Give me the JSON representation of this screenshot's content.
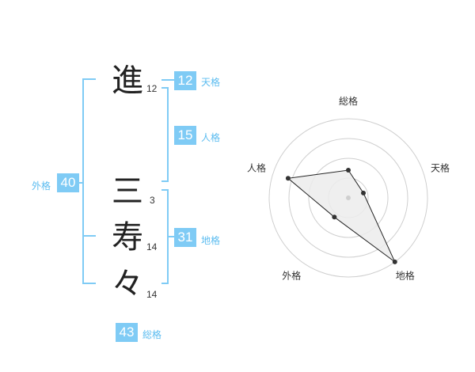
{
  "name_chars": [
    {
      "char": "進",
      "strokes": "12"
    },
    {
      "char": "三",
      "strokes": "3"
    },
    {
      "char": "寿",
      "strokes": "14"
    },
    {
      "char": "々",
      "strokes": "14"
    }
  ],
  "kakusu": {
    "tenkaku": {
      "value": "12",
      "label": "天格"
    },
    "jinkaku": {
      "value": "15",
      "label": "人格"
    },
    "chikaku": {
      "value": "31",
      "label": "地格"
    },
    "gaikaku": {
      "value": "40",
      "label": "外格"
    },
    "soukaku": {
      "value": "43",
      "label": "総格"
    }
  },
  "chart_data": {
    "type": "radar",
    "axes": [
      "総格",
      "天格",
      "地格",
      "外格",
      "人格"
    ],
    "values": [
      0.35,
      0.2,
      1.0,
      0.3,
      0.8
    ],
    "max": 1.0
  },
  "colors": {
    "accent": "#7fcbf5",
    "bracket": "#7fcbf5",
    "ring": "#cfcfcf",
    "fill": "#ececec"
  }
}
